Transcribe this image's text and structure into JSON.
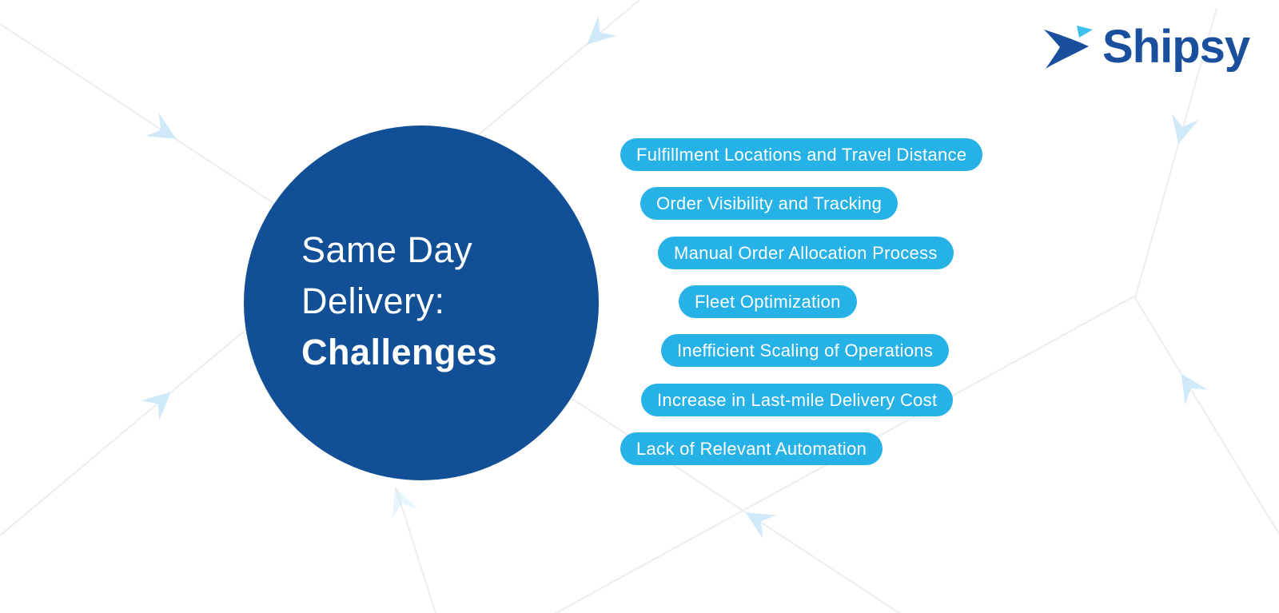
{
  "logo": {
    "brand": "Shipsy"
  },
  "circle": {
    "line1": "Same Day",
    "line2": "Delivery:",
    "line3_bold": "Challenges"
  },
  "challenges": [
    "Fulfillment Locations and Travel Distance",
    "Order Visibility and Tracking",
    "Manual Order Allocation Process",
    "Fleet Optimization",
    "Inefficient Scaling of Operations",
    "Increase in Last-mile Delivery Cost",
    "Lack of Relevant Automation"
  ],
  "colors": {
    "circle_blue": "#114f96",
    "pill_cyan": "#26b2e6",
    "logo_blue": "#1a4f9e",
    "logo_accent_cyan": "#3fc0ee",
    "arrow_light_blue": "#cfe9f8",
    "line_gray": "#e9eaec"
  }
}
